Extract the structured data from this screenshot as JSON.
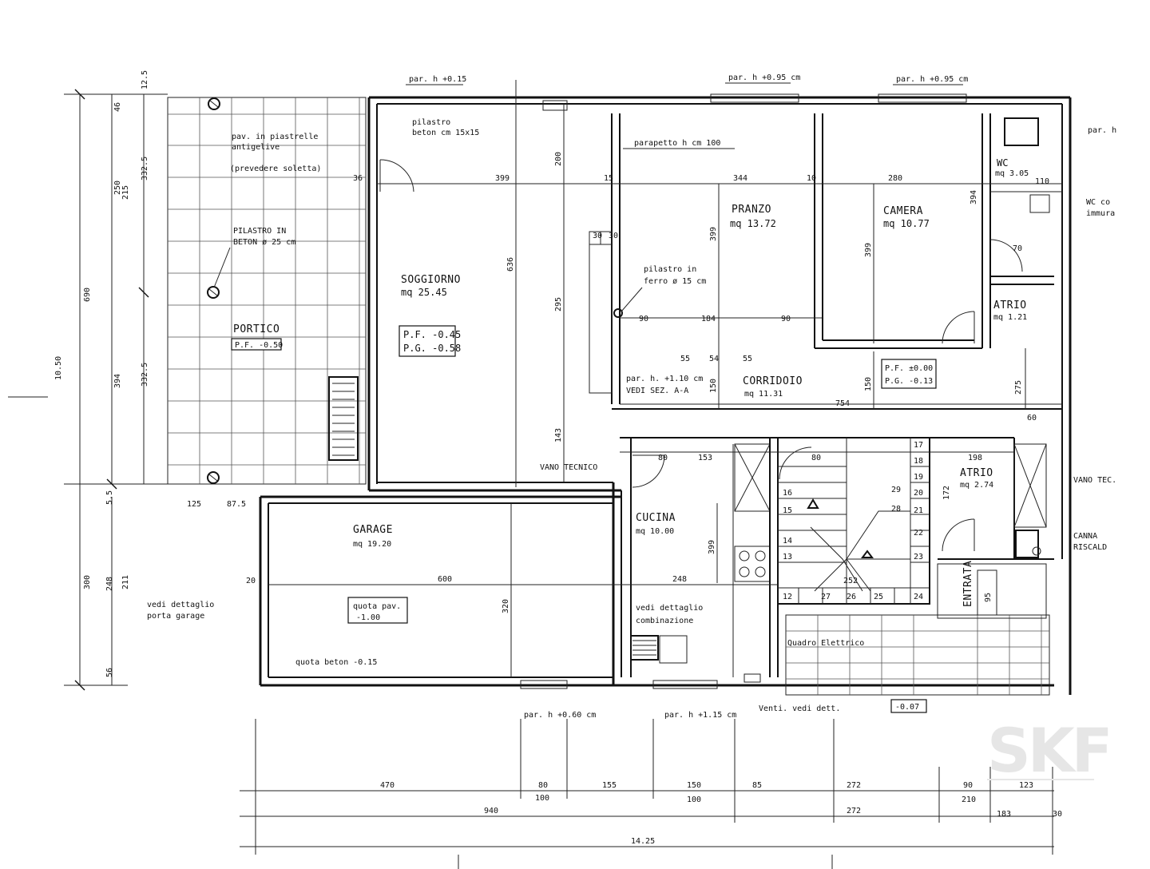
{
  "rooms": {
    "portico": {
      "name": "PORTICO",
      "level": "P.F. -0.50"
    },
    "soggiorno": {
      "name": "SOGGIORNO",
      "area": "mq 25.45",
      "pf": "P.F. -0.45",
      "pg": "P.G. -0.58"
    },
    "pranzo": {
      "name": "PRANZO",
      "area": "mq 13.72"
    },
    "camera": {
      "name": "CAMERA",
      "area": "mq 10.77"
    },
    "wc": {
      "name": "WC",
      "area": "mq 3.05"
    },
    "atrio1": {
      "name": "ATRIO",
      "area": "mq 1.21"
    },
    "corridoio": {
      "name": "CORRIDOIO",
      "area": "mq 11.31",
      "pf": "P.F. ±0.00",
      "pg": "P.G. -0.13"
    },
    "cucina": {
      "name": "CUCINA",
      "area": "mq 10.00"
    },
    "atrio2": {
      "name": "ATRIO",
      "area": "mq 2.74"
    },
    "garage": {
      "name": "GARAGE",
      "area": "mq 19.20",
      "quota_line1": "quota pav.",
      "quota_line2": "-1.00",
      "quota_beton": "quota beton -0.15"
    },
    "entrata": {
      "name": "ENTRATA"
    }
  },
  "notes": {
    "pav_line1": "pav. in piastrelle",
    "pav_line2": "antigelive",
    "prevedere": "(prevedere soletta)",
    "pilastro_beton_line1": "PILASTRO IN",
    "pilastro_beton_line2": "BETON ø 25 cm",
    "pilastro_small_line1": "pilastro",
    "pilastro_small_line2": "beton cm 15x15",
    "pilastro_ferro_line1": "pilastro in",
    "pilastro_ferro_line2": "ferro ø 15 cm",
    "parapetto": "parapetto h cm 100",
    "par_h_015": "par. h +0.15",
    "par_h_095a": "par. h +0.95 cm",
    "par_h_095b": "par. h +0.95 cm",
    "par_h_110_line1": "par. h. +1.10 cm",
    "par_h_110_line2": "VEDI SEZ. A-A",
    "par_h_060": "par. h +0.60 cm",
    "par_h_115": "par. h +1.15 cm",
    "vano_tecnico": "VANO TECNICO",
    "vedi_garage_line1": "vedi dettaglio",
    "vedi_garage_line2": "porta garage",
    "vedi_comb_line1": "vedi dettaglio",
    "vedi_comb_line2": "combinazione",
    "quadro": "Quadro Elettrico",
    "venti": "Venti. vedi dett.",
    "level_entrance": "-0.07",
    "wc_con_line1": "WC co",
    "wc_con_line2": "immura",
    "canna_line1": "CANNA",
    "canna_line2": "RISCALD",
    "vano_right": "VANO TEC.",
    "par_right": "par. h"
  },
  "dims": {
    "left_total": "10.50",
    "left_a": "690",
    "left_b": "300",
    "left_c": "215",
    "left_d": "250",
    "left_e": "394",
    "left_f": "332.5",
    "left_g": "332.5",
    "left_h": "248",
    "left_i": "211",
    "left_j": "56",
    "left_k": "5.5",
    "left_l": "12.5",
    "left_m": "46",
    "d399": "399",
    "d344": "344",
    "d280": "280",
    "d36": "36",
    "d15": "15",
    "d10": "10",
    "d200": "200",
    "d295": "295",
    "d143": "143",
    "d636": "636",
    "d394": "394",
    "d90": "90",
    "d90b": "90",
    "d184": "184",
    "d55": "55",
    "d54": "54",
    "d55b": "55",
    "d754": "754",
    "d150": "150",
    "d275": "275",
    "d600": "600",
    "d320": "320",
    "d248": "248",
    "d252": "252",
    "d198": "198",
    "d172": "172",
    "d80": "80",
    "d153": "153",
    "d30": "30",
    "d87": "87.5",
    "d20": "20",
    "d60": "60",
    "d70": "70",
    "d110": "110",
    "d95": "95",
    "d125": "125",
    "bot_470": "470",
    "bot_80": "80",
    "bot_155": "155",
    "bot_150": "150",
    "bot_85": "85",
    "bot_272": "272",
    "bot_90": "90",
    "bot_123": "123",
    "bot_100a": "100",
    "bot_100b": "100",
    "bot_210": "210",
    "bot_940": "940",
    "bot_272b": "272",
    "bot_183": "183",
    "bot_30": "30",
    "bot_total": "14.25"
  },
  "stairs": [
    "12",
    "13",
    "14",
    "15",
    "16",
    "17",
    "18",
    "19",
    "20",
    "21",
    "22",
    "23",
    "24",
    "25",
    "26",
    "27",
    "28",
    "29"
  ],
  "watermark": "SKF"
}
